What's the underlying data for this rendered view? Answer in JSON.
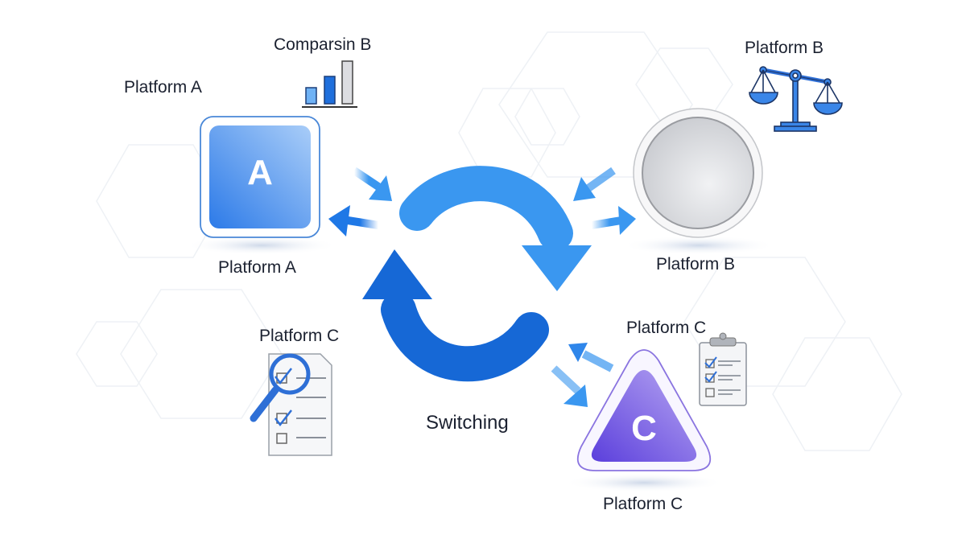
{
  "title": "Switching",
  "labels": {
    "platform_a_top": "Platform A",
    "comparison": "Comparsin B",
    "platform_b_top": "Platform B",
    "platform_a_bottom": "Platform A",
    "platform_b_bottom": "Platform B",
    "platform_c_left": "Platform C",
    "platform_c_right": "Platform C",
    "platform_c_bottom": "Platform C",
    "switching": "Switching"
  },
  "nodes": {
    "a": {
      "letter": "A",
      "shape": "rounded-square",
      "color": "#3f8ef0"
    },
    "b": {
      "letter": "",
      "shape": "circle",
      "color": "#d4d6da"
    },
    "c": {
      "letter": "C",
      "shape": "triangle",
      "color": "#7b5ce6"
    }
  },
  "icons": {
    "comparison": "bar-chart-icon",
    "platform_b": "balance-scale-icon",
    "platform_c_left": "checklist-magnifier-icon",
    "platform_c_right": "clipboard-checklist-icon",
    "cycle": "refresh-cycle-icon"
  },
  "colors": {
    "accent_light": "#3a97f0",
    "accent_dark": "#1668d6",
    "purple": "#7b5ce6"
  }
}
